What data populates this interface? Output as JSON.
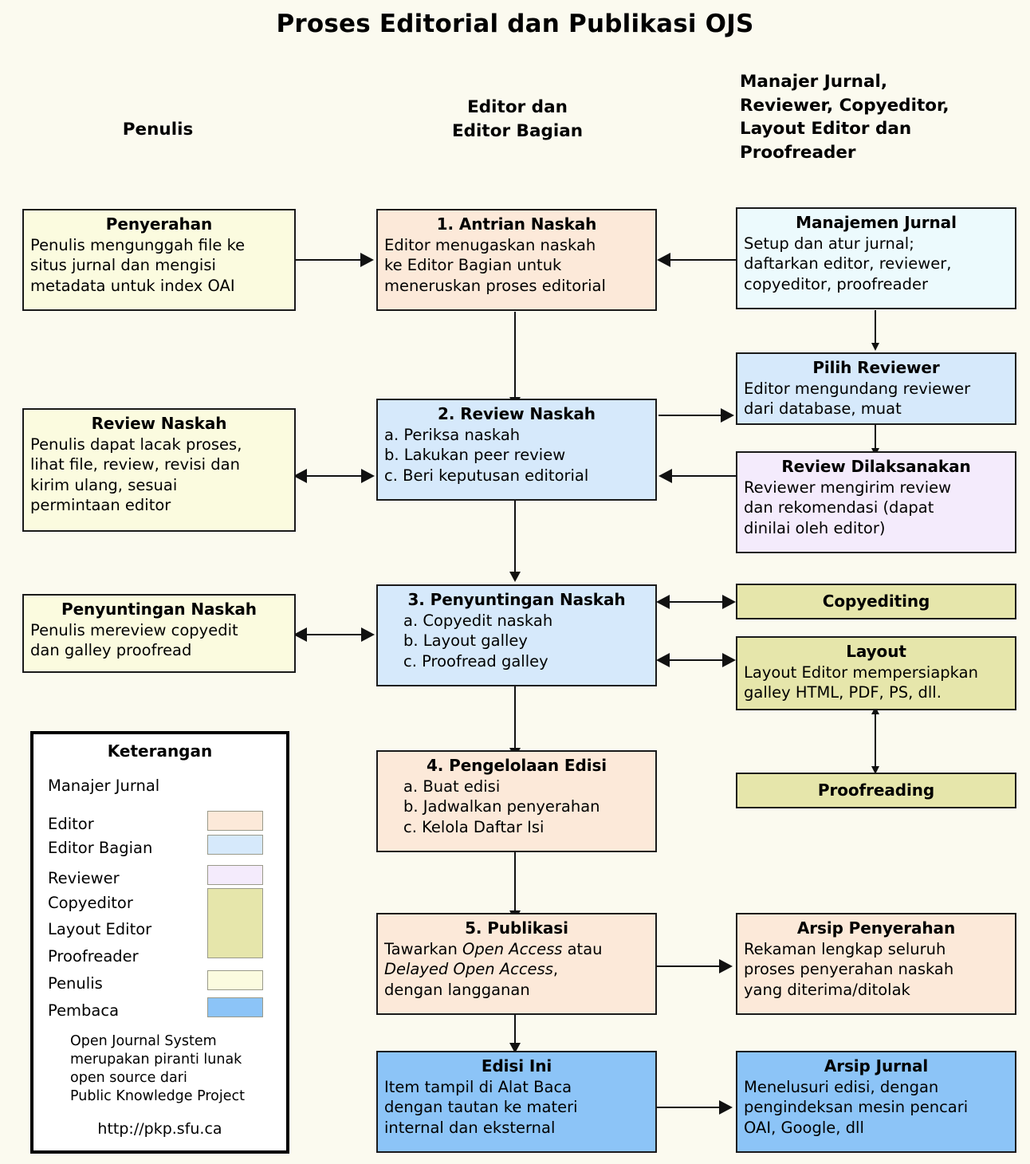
{
  "title": "Proses Editorial dan Publikasi OJS",
  "column_headers": [
    {
      "name": "author-column-header",
      "lines": [
        "Penulis"
      ]
    },
    {
      "name": "editor-column-header",
      "lines": [
        "Editor dan",
        "Editor Bagian"
      ]
    },
    {
      "name": "staff-column-header",
      "lines": [
        "Manajer Jurnal,",
        "Reviewer, Copyeditor,",
        "Layout Editor dan",
        "Proofreader"
      ]
    }
  ],
  "boxes": {
    "penyerahan": {
      "title": "Penyerahan",
      "body": [
        "Penulis mengunggah file ke",
        "situs jurnal dan mengisi",
        "metadata untuk index OAI"
      ],
      "role": "Penulis",
      "color": "#fbfbdf"
    },
    "antrian": {
      "title": "1. Antrian Naskah",
      "body": [
        "Editor menugaskan naskah",
        "ke Editor Bagian untuk",
        "meneruskan proses editorial"
      ],
      "role": "Editor",
      "color": "#fce9d9"
    },
    "manajemen": {
      "title": "Manajemen Jurnal",
      "body": [
        "Setup dan atur jurnal;",
        "daftarkan editor, reviewer,",
        "copyeditor, proofreader"
      ],
      "role": "Manajer Jurnal",
      "color": "#ecfafd"
    },
    "pilih_reviewer": {
      "title": "Pilih Reviewer",
      "body": [
        "Editor mengundang reviewer",
        "dari database, muat"
      ],
      "role": "Editor Bagian",
      "color": "#d6e9fb"
    },
    "review_naskah_a": {
      "title": "Review Naskah",
      "body": [
        "Penulis dapat lacak proses,",
        "lihat file, review, revisi dan",
        "kirim ulang, sesuai",
        "permintaan editor"
      ],
      "role": "Penulis",
      "color": "#fbfbdf"
    },
    "review_naskah_2": {
      "title": "2. Review Naskah",
      "body": [
        "a. Periksa naskah",
        "b. Lakukan peer review",
        "c. Beri keputusan editorial"
      ],
      "role": "Editor Bagian",
      "color": "#d6e9fb"
    },
    "review_dilaks": {
      "title": "Review Dilaksanakan",
      "body": [
        "Reviewer mengirim review",
        "dan rekomendasi (dapat",
        "dinilai oleh editor)"
      ],
      "role": "Reviewer",
      "color": "#f4ebfc"
    },
    "penyuntingan_a": {
      "title": "Penyuntingan Naskah",
      "body": [
        "Penulis mereview copyedit",
        "dan galley proofread"
      ],
      "role": "Penulis",
      "color": "#fbfbdf"
    },
    "penyuntingan_3": {
      "title": "3. Penyuntingan Naskah",
      "body": [
        "a. Copyedit naskah",
        "b. Layout galley",
        "c. Proofread galley"
      ],
      "role": "Editor Bagian",
      "color": "#d6e9fb"
    },
    "copyediting": {
      "title": "Copyediting",
      "body": [],
      "role": "Copyeditor",
      "color": "#e6e6ab"
    },
    "layout": {
      "title": "Layout",
      "body": [
        "Layout Editor mempersiapkan",
        "galley HTML, PDF, PS, dll."
      ],
      "role": "Layout Editor",
      "color": "#e6e6ab"
    },
    "proofreading": {
      "title": "Proofreading",
      "body": [],
      "role": "Proofreader",
      "color": "#e6e6ab"
    },
    "pengelolaan_4": {
      "title": "4. Pengelolaan Edisi",
      "body": [
        "a. Buat edisi",
        "b. Jadwalkan penyerahan",
        "c. Kelola Daftar Isi"
      ],
      "role": "Editor",
      "color": "#fce9d9"
    },
    "publikasi_5": {
      "title": "5. Publikasi",
      "body": [
        "Tawarkan Open Access atau",
        "Delayed Open Access,",
        "dengan langganan"
      ],
      "italic_terms": [
        "Open Access",
        "Delayed Open Access"
      ],
      "role": "Editor",
      "color": "#fce9d9"
    },
    "arsip_penyerahan": {
      "title": "Arsip Penyerahan",
      "body": [
        "Rekaman lengkap seluruh",
        "proses penyerahan naskah",
        "yang diterima/ditolak"
      ],
      "role": "Editor",
      "color": "#fce9d9"
    },
    "edisi_ini": {
      "title": "Edisi Ini",
      "body": [
        "Item tampil di Alat Baca",
        "dengan tautan ke materi",
        "internal dan eksternal"
      ],
      "role": "Pembaca",
      "color": "#8cc4f7"
    },
    "arsip_jurnal": {
      "title": "Arsip Jurnal",
      "body": [
        "Menelusuri edisi, dengan",
        "pengindeksan mesin pencari",
        "OAI, Google, dll"
      ],
      "role": "Pembaca",
      "color": "#8cc4f7"
    }
  },
  "legend": {
    "title": "Keterangan",
    "entries": [
      {
        "label": "Manajer Jurnal",
        "color": null
      },
      {
        "label": "Editor",
        "color": "#fce9d9"
      },
      {
        "label": "Editor Bagian",
        "color": "#d6e9fb"
      },
      {
        "label": "Reviewer",
        "color": "#f4ebfc"
      },
      {
        "label": "Copyeditor",
        "color": "#e6e6ab"
      },
      {
        "label": "Layout Editor",
        "color": "#e6e6ab"
      },
      {
        "label": "Proofreader",
        "color": "#e6e6ab"
      },
      {
        "label": "Penulis",
        "color": "#fbfbdf"
      },
      {
        "label": "Pembaca",
        "color": "#8cc4f7"
      }
    ],
    "note": [
      "Open Journal System",
      "merupakan piranti lunak",
      "open source dari",
      "Public Knowledge Project"
    ],
    "url": "http://pkp.sfu.ca"
  }
}
